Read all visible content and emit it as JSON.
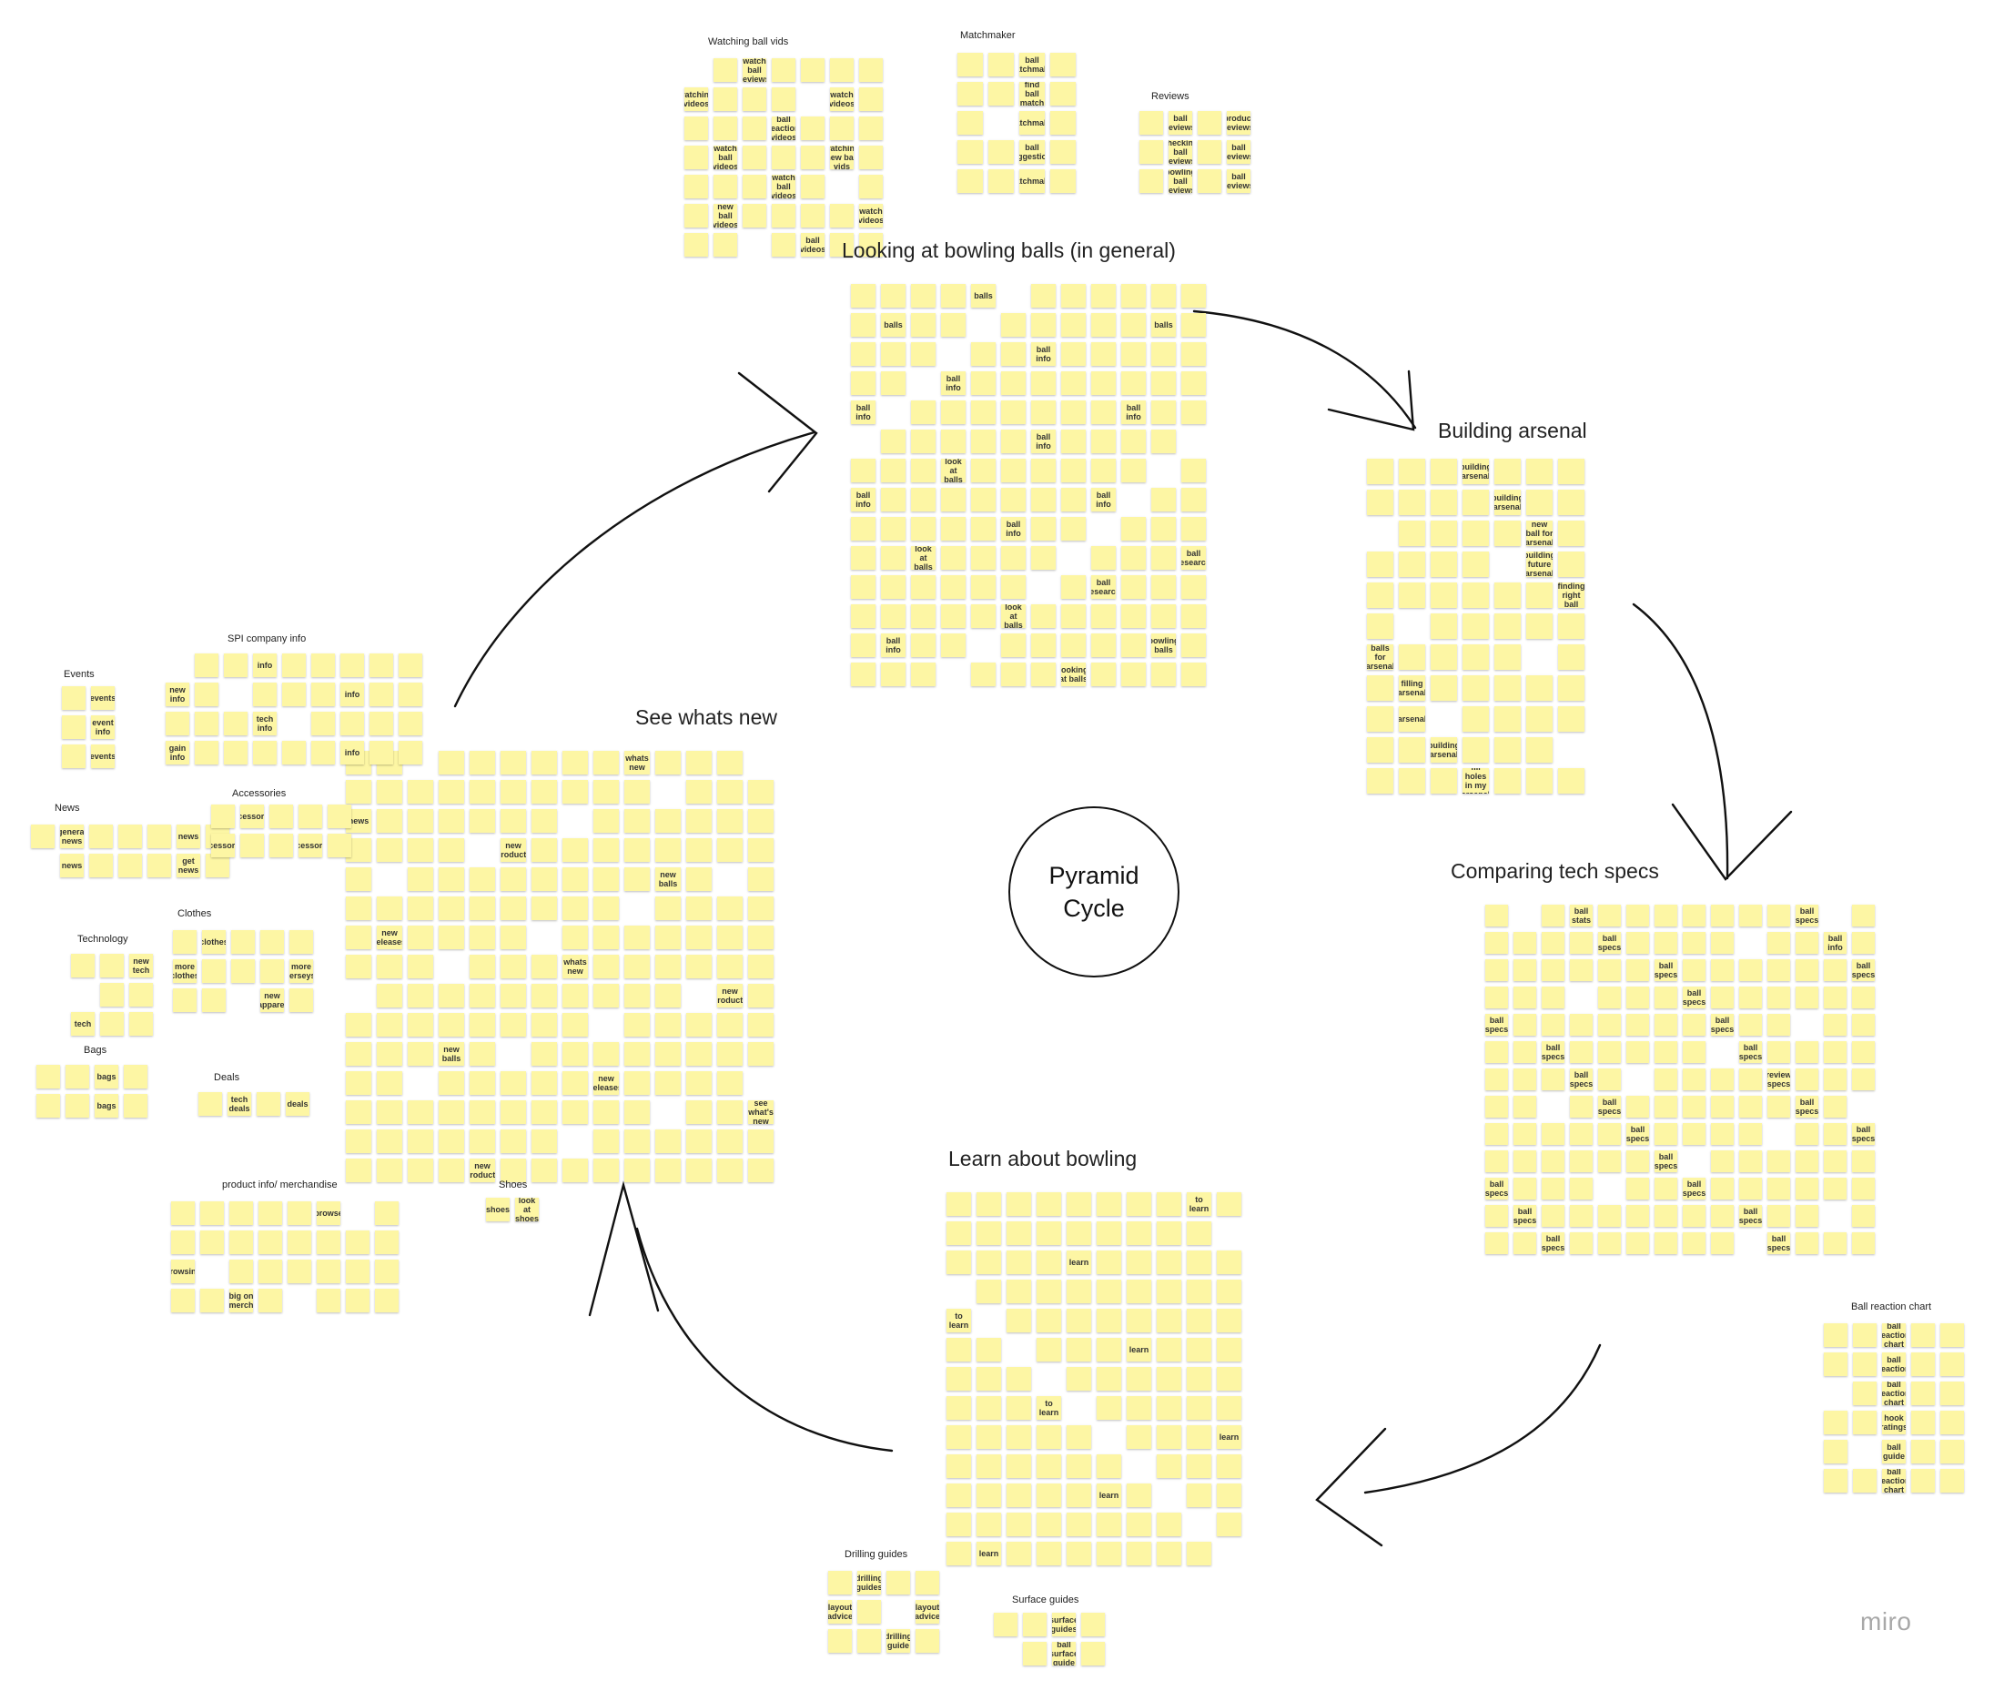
{
  "board": {
    "center_label": "Pyramid Cycle",
    "logo": "miro",
    "note_color": "#fdf6a4",
    "clusters": [
      {
        "id": "watching-ball-vids",
        "title": "Watching ball vids",
        "notes": [
          "watch ball reviews",
          "watching videos",
          "watch videos",
          "ball reaction videos",
          "watch ball videos",
          "watching new ball vids",
          "watch ball videos",
          "new ball videos",
          "watch videos",
          "ball videos"
        ]
      },
      {
        "id": "matchmaker",
        "title": "Matchmaker",
        "notes": [
          "ball matchmaker",
          "find ball match",
          "matchmaker",
          "ball suggestions",
          "matchmaker"
        ]
      },
      {
        "id": "reviews",
        "title": "Reviews",
        "notes": [
          "ball reviews",
          "product reviews",
          "checking ball reviews",
          "ball reviews",
          "bowling ball reviews",
          "ball reviews"
        ]
      },
      {
        "id": "looking-at-bowling-balls",
        "title": "Looking at bowling balls (in general)",
        "notes": [
          "balls",
          "balls",
          "balls",
          "ball info",
          "ball info",
          "ball info",
          "ball info",
          "ball info",
          "look at balls",
          "ball info",
          "ball info",
          "ball info",
          "look at balls",
          "ball research",
          "ball research",
          "look at balls",
          "ball info",
          "bowling balls",
          "looking at balls"
        ]
      },
      {
        "id": "building-arsenal",
        "title": "Building arsenal",
        "notes": [
          "building arsenal",
          "building arsenal",
          "new ball for arsenal",
          "building future arsenal",
          "finding right ball",
          "balls for arsenal",
          "filling arsenal",
          "arsenal",
          "building arsenal",
          "fill holes in my arsenal"
        ]
      },
      {
        "id": "comparing-tech-specs",
        "title": "Comparing tech specs",
        "notes": [
          "ball stats",
          "ball specs",
          "ball specs",
          "ball info",
          "ball specs",
          "ball specs",
          "ball specs",
          "ball specs",
          "ball specs",
          "ball specs",
          "ball specs",
          "ball specs",
          "review specs",
          "ball specs",
          "ball specs",
          "ball specs",
          "ball specs",
          "ball specs",
          "ball specs",
          "ball specs",
          "ball specs",
          "ball specs",
          "ball specs",
          "ball specs"
        ]
      },
      {
        "id": "ball-reaction-chart",
        "title": "Ball reaction chart",
        "notes": [
          "ball reaction chart",
          "ball reaction",
          "ball reaction chart",
          "hook ratings",
          "ball guide",
          "ball reaction chart"
        ]
      },
      {
        "id": "learn-about-bowling",
        "title": "Learn about bowling",
        "notes": [
          "to learn",
          "learn",
          "to learn",
          "learn",
          "to learn",
          "learn",
          "learn",
          "learn"
        ]
      },
      {
        "id": "drilling-guides",
        "title": "Drilling guides",
        "notes": [
          "drilling guides",
          "layout advice",
          "layout advice",
          "drilling guide"
        ]
      },
      {
        "id": "surface-guides",
        "title": "Surface guides",
        "notes": [
          "surface guides",
          "ball surface guide"
        ]
      },
      {
        "id": "see-whats-new",
        "title": "See whats new",
        "notes": [
          "whats new",
          "news",
          "new products",
          "new balls",
          "new releases",
          "whats new",
          "new products",
          "new balls",
          "new releases",
          "see what's new",
          "new products"
        ]
      },
      {
        "id": "spi-company-info",
        "title": "SPI company info",
        "notes": [
          "info",
          "new info",
          "info",
          "tech info",
          "gain info",
          "info"
        ]
      },
      {
        "id": "events",
        "title": "Events",
        "notes": [
          "events",
          "event info",
          "events"
        ]
      },
      {
        "id": "news",
        "title": "News",
        "notes": [
          "general news",
          "news",
          "news",
          "get news"
        ]
      },
      {
        "id": "accessories",
        "title": "Accessories",
        "notes": [
          "accessories",
          "accessories",
          "accessories"
        ]
      },
      {
        "id": "technology",
        "title": "Technology",
        "notes": [
          "new tech",
          "tech"
        ]
      },
      {
        "id": "clothes",
        "title": "Clothes",
        "notes": [
          "clothes",
          "more clothes",
          "more jerseys",
          "new apparel"
        ]
      },
      {
        "id": "bags",
        "title": "Bags",
        "notes": [
          "bags",
          "bags"
        ]
      },
      {
        "id": "deals",
        "title": "Deals",
        "notes": [
          "tech deals",
          "deals"
        ]
      },
      {
        "id": "product-info-merchandise",
        "title": "product info/ merchandise",
        "notes": [
          "browse",
          "browsing",
          "big on merch"
        ]
      },
      {
        "id": "shoes",
        "title": "Shoes",
        "notes": [
          "shoes",
          "look at shoes"
        ]
      }
    ]
  }
}
